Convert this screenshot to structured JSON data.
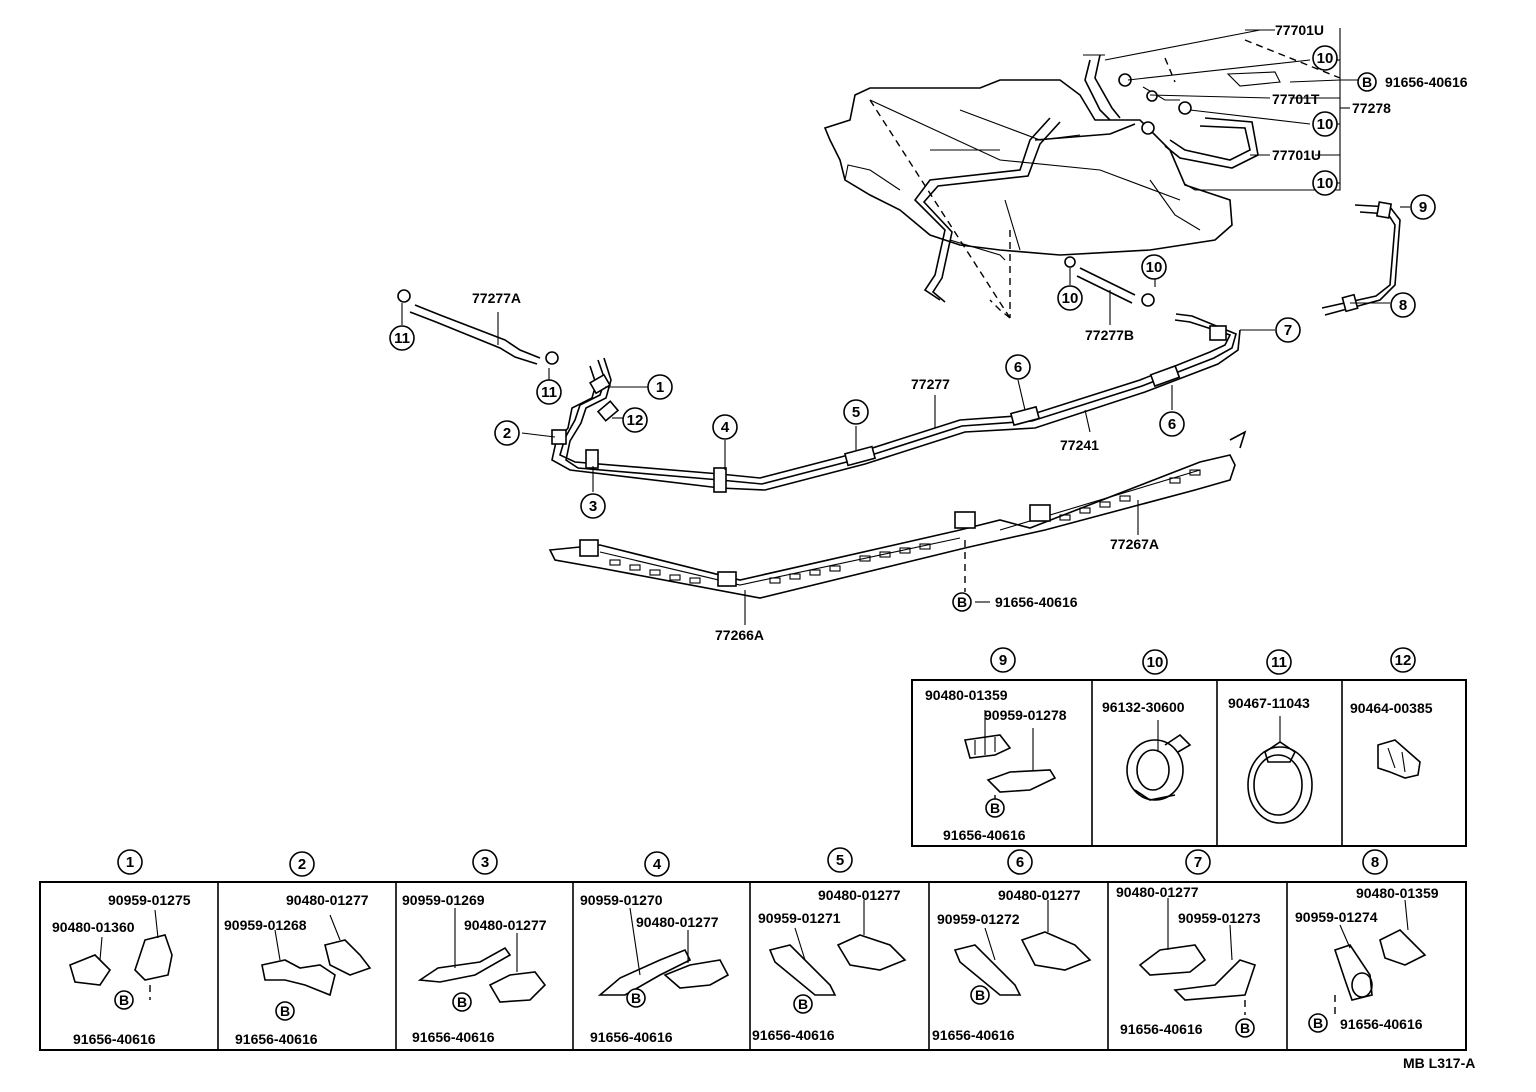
{
  "diagram_ref": "MB L317-A",
  "main_labels": {
    "p77701U_a": "77701U",
    "p77701T": "77701T",
    "p77278": "77278",
    "p77701U_b": "77701U",
    "p91656_top": "91656-40616",
    "p77277A": "77277A",
    "p77277B": "77277B",
    "p77277": "77277",
    "p77241": "77241",
    "p77267A": "77267A",
    "p77266A": "77266A",
    "p91656_mid": "91656-40616",
    "bolt_letter": "B"
  },
  "callouts": [
    "1",
    "2",
    "3",
    "4",
    "5",
    "6",
    "7",
    "8",
    "9",
    "10",
    "11",
    "12"
  ],
  "top_boxes": [
    {
      "index": "9",
      "parts": [
        "90480-01359",
        "90959-01278",
        "91656-40616"
      ]
    },
    {
      "index": "10",
      "parts": [
        "96132-30600"
      ]
    },
    {
      "index": "11",
      "parts": [
        "90467-11043"
      ]
    },
    {
      "index": "12",
      "parts": [
        "90464-00385"
      ]
    }
  ],
  "bottom_boxes": [
    {
      "index": "1",
      "parts": [
        "90959-01275",
        "90480-01360",
        "91656-40616"
      ]
    },
    {
      "index": "2",
      "parts": [
        "90480-01277",
        "90959-01268",
        "91656-40616"
      ]
    },
    {
      "index": "3",
      "parts": [
        "90959-01269",
        "90480-01277",
        "91656-40616"
      ]
    },
    {
      "index": "4",
      "parts": [
        "90959-01270",
        "90480-01277",
        "91656-40616"
      ]
    },
    {
      "index": "5",
      "parts": [
        "90480-01277",
        "90959-01271",
        "91656-40616"
      ]
    },
    {
      "index": "6",
      "parts": [
        "90480-01277",
        "90959-01272",
        "91656-40616"
      ]
    },
    {
      "index": "7",
      "parts": [
        "90480-01277",
        "90959-01273",
        "91656-40616"
      ]
    },
    {
      "index": "8",
      "parts": [
        "90480-01359",
        "90959-01274",
        "91656-40616"
      ]
    }
  ]
}
